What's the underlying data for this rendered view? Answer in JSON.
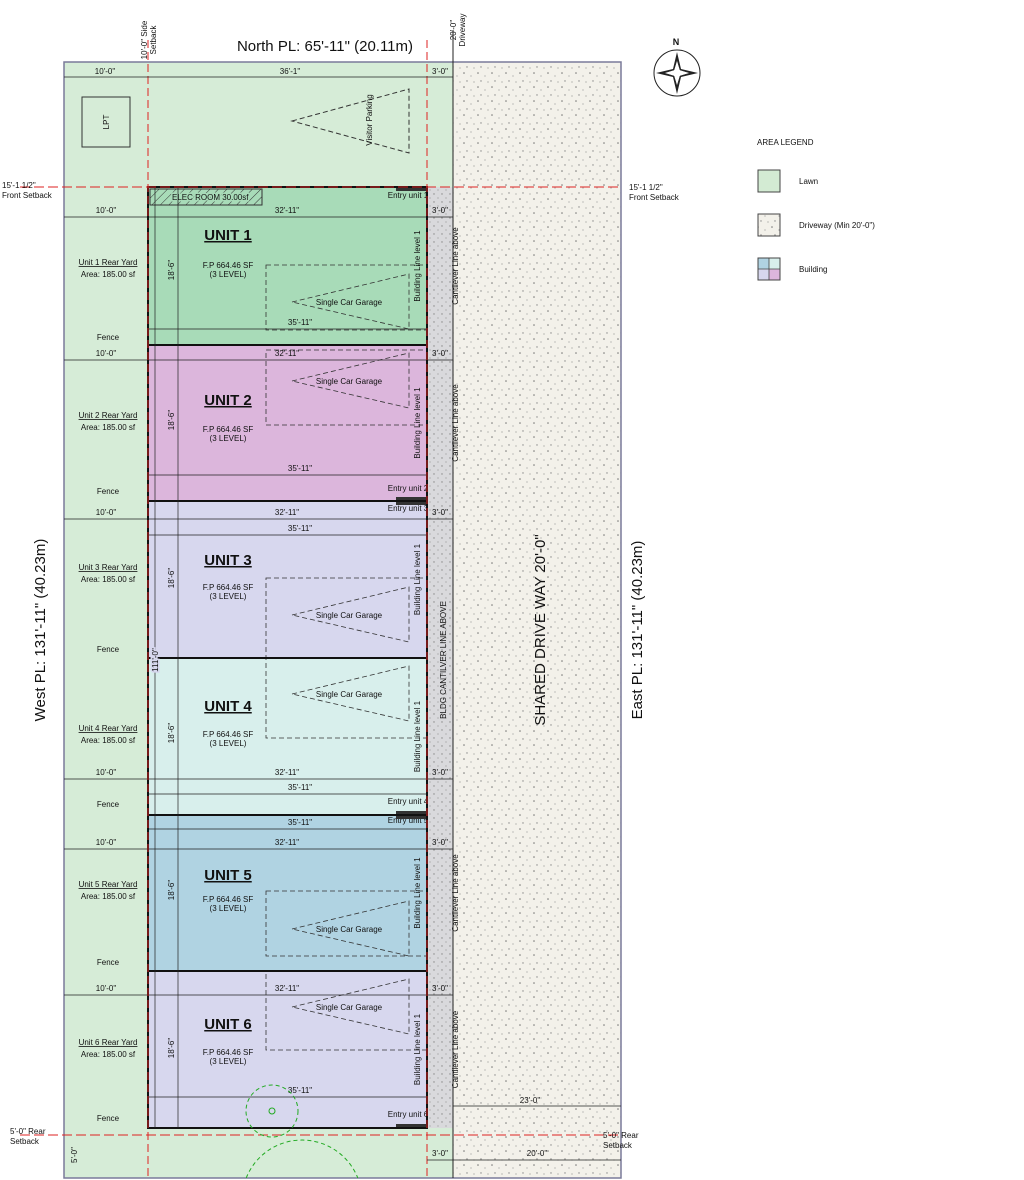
{
  "title": "North PL: 65'-11\" (20.11m)",
  "west_pl": "West PL: 131'-11\" (40.23m)",
  "east_pl": "East PL: 131'-11\" (40.23m)",
  "shared_driveway": "SHARED DRIVE WAY 20'-0\"",
  "compass": "N",
  "side_setback": [
    "10'-0\" Side",
    "Setback"
  ],
  "driveway_note": [
    "20'-0\"",
    "Driveway"
  ],
  "front_setback": [
    "15'-1 1/2\"",
    "Front Setback"
  ],
  "rear_setback": [
    "5'-0\" Rear",
    "Setback"
  ],
  "top_dims": [
    "10'-0\"",
    "36'-1\"",
    "3'-0\""
  ],
  "lpt": "LPT",
  "visitor_parking": "Visitor Parking",
  "elec_room": "ELEC ROOM 30.00sf",
  "overall_depth": "111'-0\"",
  "bldg_cantilever": "BLDG CANTILVER LINE ABOVE",
  "cantilever_line": "Cantilever  Line above",
  "building_line": "Building Line level 1",
  "bottom_dims": {
    "d23": "23'-0\"",
    "d20": "20'-0\"",
    "d3": "3'-0\"",
    "d5": "5'-0\""
  },
  "legend": {
    "title": "AREA LEGEND",
    "items": [
      {
        "label": "Lawn",
        "color": "#d3ebd3"
      },
      {
        "label": "Driveway (Min 20'-0\")",
        "color": "#f3f1ea"
      },
      {
        "label": "Building",
        "color": "#c9e3ea"
      }
    ]
  },
  "colors": {
    "lawn": "#d6ecd7",
    "driveway": "#f3f1ea",
    "strip": "#d9d9dc",
    "setback": "#d22"
  },
  "units": [
    {
      "name": "UNIT 1",
      "fp": "F.P 664.46 SF",
      "levels": "(3 LEVEL)",
      "rear_yard": "Unit 1 Rear Yard",
      "area": "Area: 185.00 sf",
      "garage": "Single Car Garage",
      "entry": "Entry unit 1",
      "fence": "Fence",
      "side_dim": "10'-0\"",
      "inner_dim": "32'-11\"",
      "strip_dim": "3'-0\"",
      "overall_dim": "35'-11\"",
      "depth_dim": "18'-6\"",
      "color": "#a8dbb8"
    },
    {
      "name": "UNIT 2",
      "fp": "F.P 664.46 SF",
      "levels": "(3 LEVEL)",
      "rear_yard": "Unit 2 Rear Yard",
      "area": "Area: 185.00 sf",
      "garage": "Single Car Garage",
      "entry": "Entry unit 2",
      "fence": "Fence",
      "side_dim": "10'-0\"",
      "inner_dim": "32'-11\"",
      "strip_dim": "3'-0\"",
      "overall_dim": "35'-11\"",
      "depth_dim": "18'-6\"",
      "color": "#dcb6dc"
    },
    {
      "name": "UNIT 3",
      "fp": "F.P 664.46 SF",
      "levels": "(3 LEVEL)",
      "rear_yard": "Unit 3 Rear Yard",
      "area": "Area: 185.00 sf",
      "garage": "Single Car Garage",
      "entry": "Entry unit 3",
      "fence": "Fence",
      "side_dim": "10'-0\"",
      "inner_dim": "32'-11\"",
      "strip_dim": "3'-0\"",
      "overall_dim": "35'-11\"",
      "depth_dim": "18'-6\"",
      "color": "#d7d7ee"
    },
    {
      "name": "UNIT 4",
      "fp": "F.P 664.46 SF",
      "levels": "(3 LEVEL)",
      "rear_yard": "Unit 4 Rear Yard",
      "area": "Area: 185.00 sf",
      "garage": "Single Car Garage",
      "entry": "Entry unit 4",
      "fence": "Fence",
      "side_dim": "10'-0\"",
      "inner_dim": "32'-11\"",
      "strip_dim": "3'-0\"",
      "overall_dim": "35'-11\"",
      "depth_dim": "18'-6\"",
      "color": "#d8efec"
    },
    {
      "name": "UNIT 5",
      "fp": "F.P 664.46 SF",
      "levels": "(3 LEVEL)",
      "rear_yard": "Unit 5 Rear Yard",
      "area": "Area: 185.00 sf",
      "garage": "Single Car Garage",
      "entry": "Entry unit 5",
      "fence": "Fence",
      "side_dim": "10'-0\"",
      "inner_dim": "32'-11\"",
      "strip_dim": "3'-0\"",
      "overall_dim": "35'-11\"",
      "depth_dim": "18'-6\"",
      "color": "#b0d3e2"
    },
    {
      "name": "UNIT 6",
      "fp": "F.P 664.46 SF",
      "levels": "(3 LEVEL)",
      "rear_yard": "Unit 6 Rear Yard",
      "area": "Area: 185.00 sf",
      "garage": "Single Car Garage",
      "entry": "Entry unit 6",
      "fence": "Fence",
      "side_dim": "10'-0\"",
      "inner_dim": "32'-11\"",
      "strip_dim": "3'-0\"",
      "overall_dim": "35'-11\"",
      "depth_dim": "18'-6\"",
      "color": "#d7d7ee"
    }
  ]
}
